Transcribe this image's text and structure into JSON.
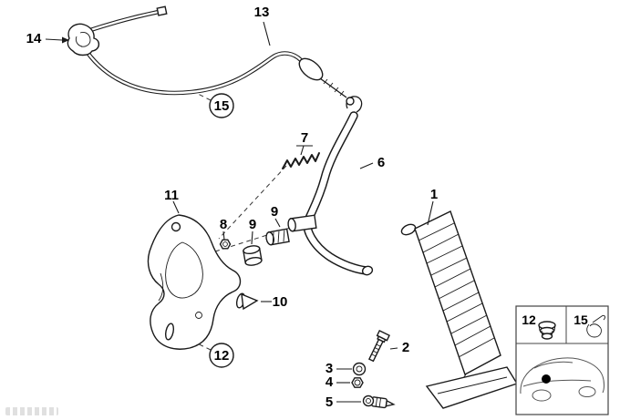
{
  "figure": {
    "type": "exploded-parts-diagram",
    "subject": "Accelerator pedal and bowden cable",
    "callouts": {
      "pedal": "1",
      "bolt": "2",
      "washer": "3",
      "nut": "4",
      "stop_screw": "5",
      "lever": "6",
      "spring": "7",
      "bush_8": "8",
      "bush_9_left": "9",
      "bush_9_right": "9",
      "pin_10": "10",
      "bracket": "11",
      "grommet_circled": "12",
      "cable": "13",
      "clip": "14",
      "cable_circled": "15"
    },
    "inset": {
      "grommet_label": "12",
      "clip_label": "15"
    }
  }
}
